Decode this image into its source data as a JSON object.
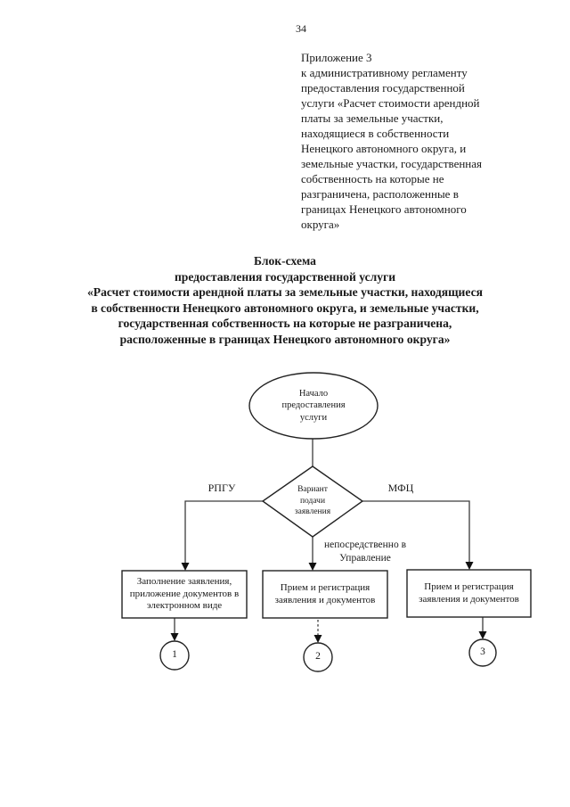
{
  "page": {
    "number": "34"
  },
  "header": {
    "appendix": "Приложение 3\nк административному регламенту\nпредоставления государственной\nуслуги «Расчет стоимости арендной\nплаты за земельные участки,\nнаходящиеся в собственности\nНенецкого автономного округа, и\nземельные участки, государственная\nсобственность на которые не\nразграничена, расположенные в\nграницах Ненецкого автономного\nокруга»"
  },
  "title": "Блок-схема\nпредоставления государственной услуги\n«Расчет стоимости арендной платы за земельные участки, находящиеся\nв собственности Ненецкого автономного округа, и земельные участки,\nгосударственная собственность на которые не разграничена,\nрасположенные в границах Ненецкого автономного округа»",
  "flowchart": {
    "start_oval": "Начало\nпредоставления\nуслуги",
    "decision_diamond": "Вариант\nподачи\nзаявления",
    "branch_left_label": "РПГУ",
    "branch_right_label": "МФЦ",
    "branch_middle_label": "непосредственно в\nУправление",
    "box_left": "Заполнение заявления,\nприложение документов в\nэлектронном виде",
    "box_middle": "Прием и регистрация\nзаявления и документов",
    "box_right": "Прием и регистрация\nзаявления и документов",
    "connector_1": "1",
    "connector_2": "2",
    "connector_3": "3"
  },
  "colors": {
    "ink": "#1a1a1a",
    "line": "#3c3c3c",
    "paper": "#ffffff"
  }
}
